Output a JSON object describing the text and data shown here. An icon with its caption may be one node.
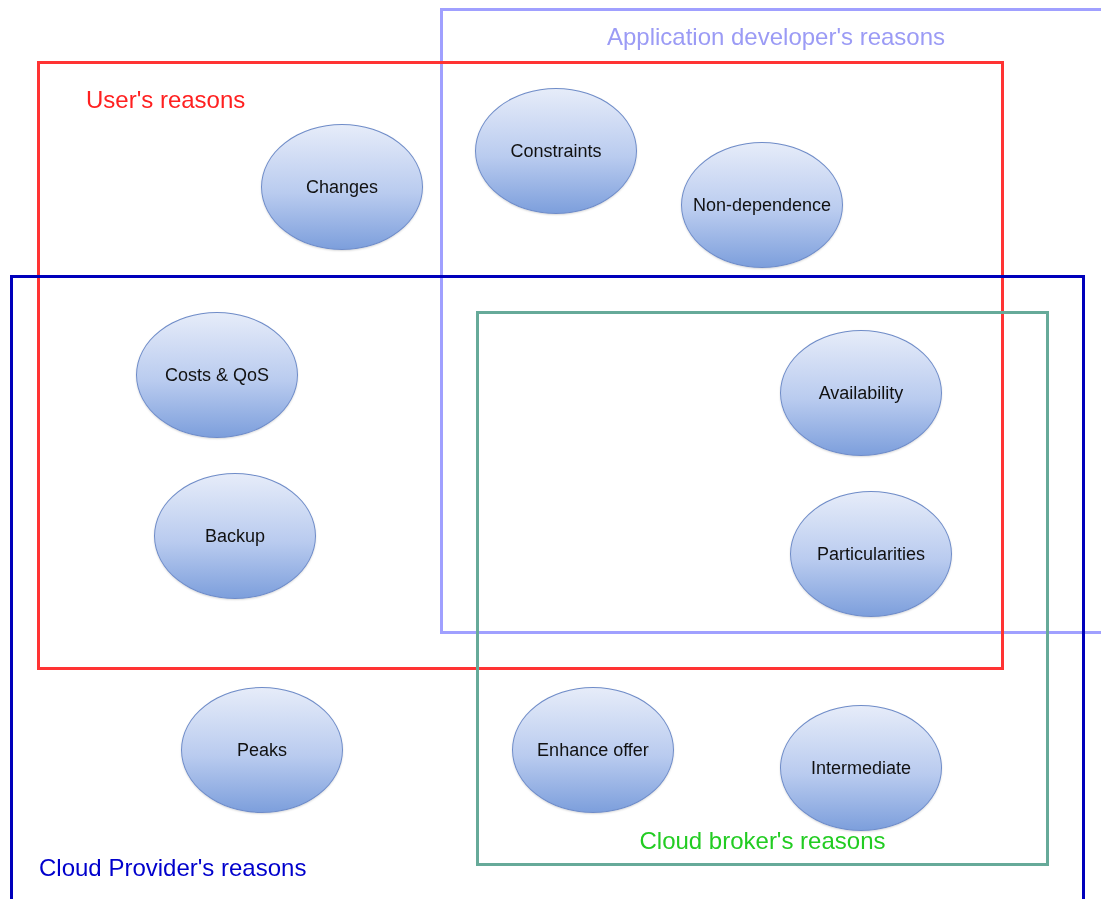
{
  "diagram": {
    "nodes": [
      {
        "text": [
          "Application developer's reasons"
        ]
      },
      {
        "text": [
          "User's reasons"
        ]
      },
      {
        "text": [
          "Changes"
        ],
        "in": 1
      },
      {
        "text": [
          "Constraints"
        ]
      },
      {
        "text": [
          "Non-dependence"
        ]
      },
      {
        "text": [
          "Cloud Provider's reasons"
        ]
      },
      {
        "text": [
          "Costs & QoS"
        ]
      },
      {
        "text": [
          "Cloud broker's reasons"
        ],
        "in": 5
      },
      {
        "text": [
          "Availability"
        ]
      },
      {
        "text": [
          "Backup"
        ]
      },
      {
        "text": [
          "Particularities"
        ]
      },
      {
        "text": [
          "Peaks"
        ],
        "in": 5
      },
      {
        "text": [
          "Enhance offer"
        ],
        "in": 7
      },
      {
        "text": [
          "Intermediate"
        ],
        "in": 7
      }
    ]
  }
}
